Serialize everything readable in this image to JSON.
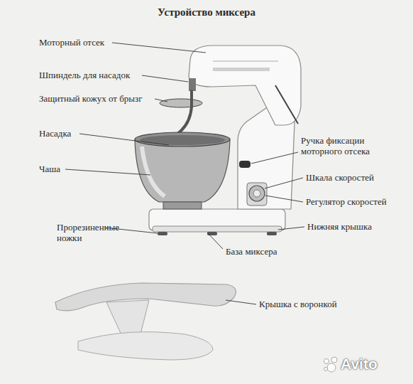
{
  "diagram": {
    "title": "Устройство миксера",
    "labels": [
      "Моторный отсек",
      "Шпиндель для насадок",
      "Защитный кожух от брызг",
      "Насадка",
      "Чаша",
      "Прорезиненные ножки",
      "Ручка фиксации моторного отсека",
      "Шкала скоростей",
      "Регулятор скоростей",
      "Нижняя крышка",
      "База миксера",
      "Крышка с воронкой",
      "Avito"
    ]
  }
}
